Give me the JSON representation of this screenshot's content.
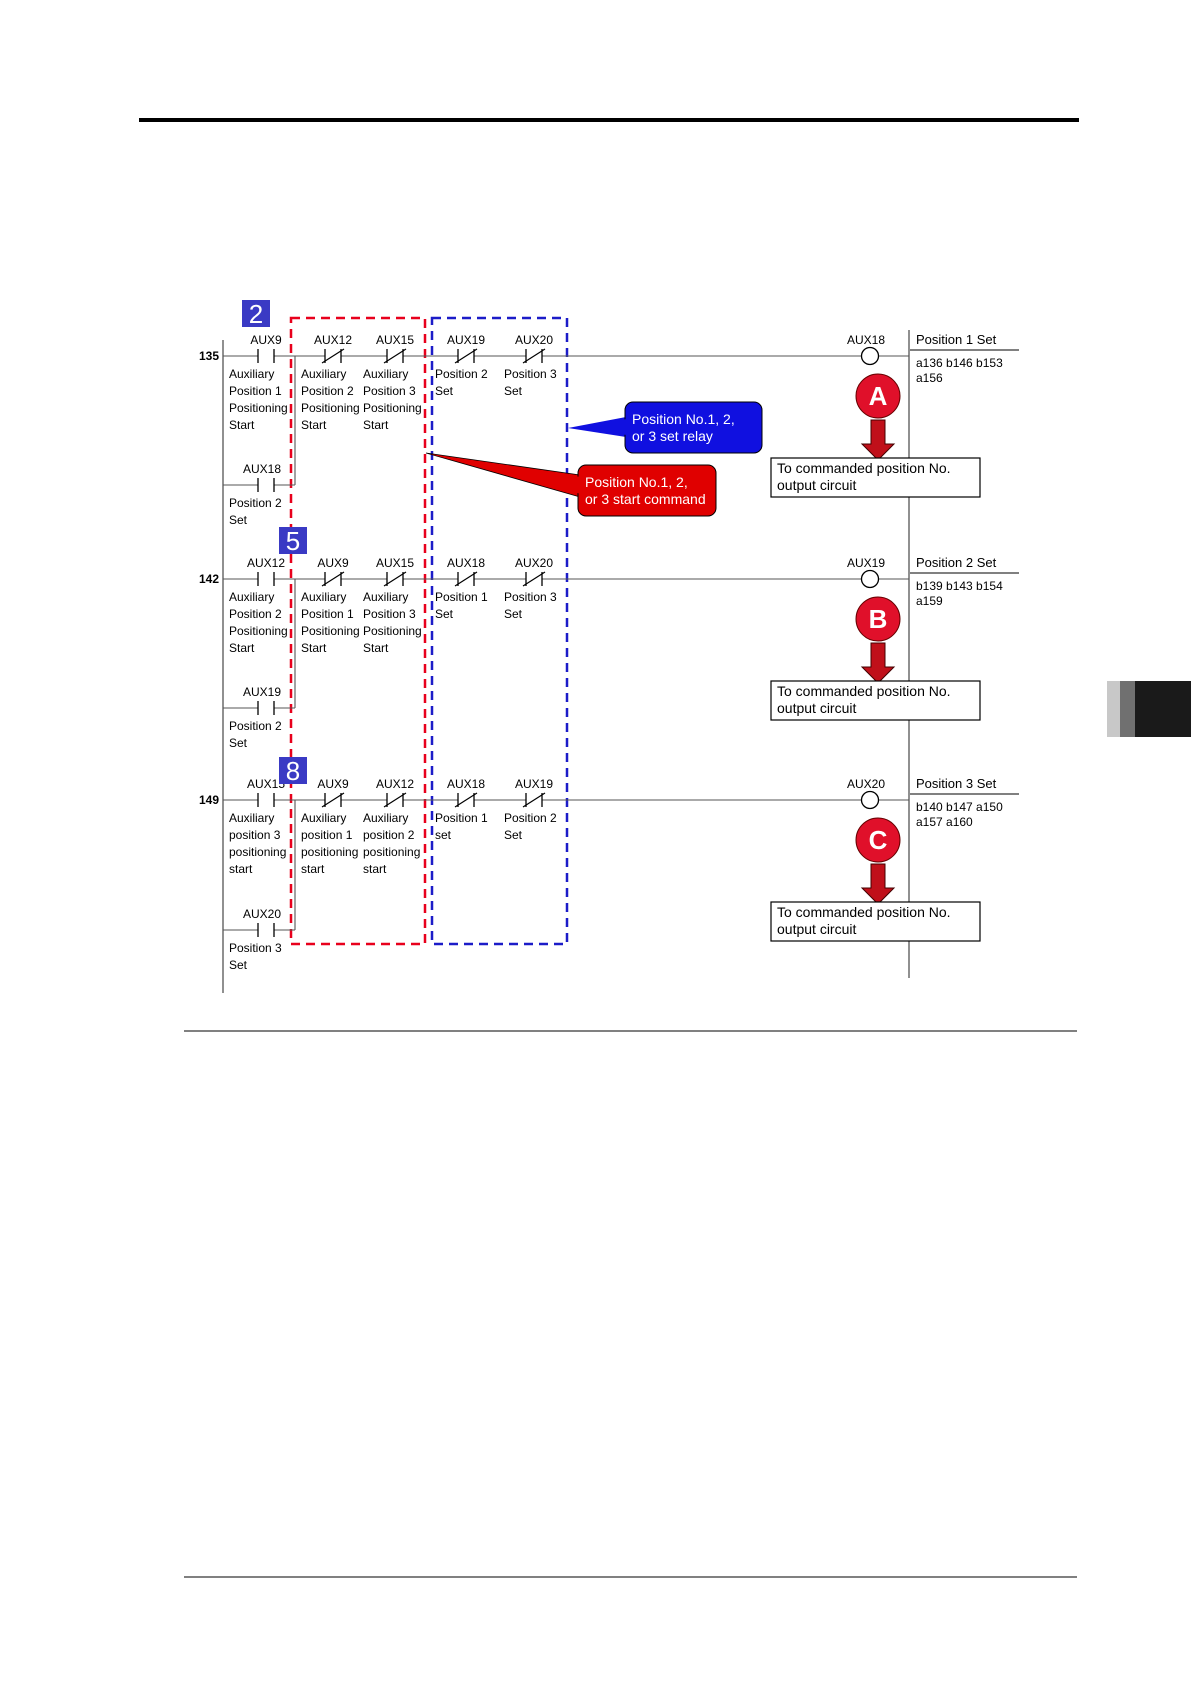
{
  "rungs": [
    {
      "number": "135",
      "step_badge": "2",
      "coil": {
        "name": "AUX18",
        "title": "Position 1 Set",
        "refs": [
          "a136 b146 b153",
          "a156"
        ],
        "letter": "A"
      },
      "branch_contact": {
        "name": "AUX18",
        "desc": [
          "Position 2",
          "Set"
        ]
      },
      "contacts": [
        {
          "name": "AUX9",
          "desc": [
            "Auxiliary",
            "Position 1",
            "Positioning",
            "Start"
          ]
        },
        {
          "name": "AUX12",
          "desc": [
            "Auxiliary",
            "Position 2",
            "Positioning",
            "Start"
          ]
        },
        {
          "name": "AUX15",
          "desc": [
            "Auxiliary",
            "Position 3",
            "Positioning",
            "Start"
          ]
        },
        {
          "name": "AUX19",
          "desc": [
            "Position 2",
            "Set"
          ]
        },
        {
          "name": "AUX20",
          "desc": [
            "Position 3",
            "Set"
          ]
        }
      ],
      "output_box": [
        "To commanded position No.",
        "output circuit"
      ]
    },
    {
      "number": "142",
      "step_badge": "5",
      "coil": {
        "name": "AUX19",
        "title": "Position 2 Set",
        "refs": [
          "b139 b143 b154",
          "a159"
        ],
        "letter": "B"
      },
      "branch_contact": {
        "name": "AUX19",
        "desc": [
          "Position 2",
          "Set"
        ]
      },
      "contacts": [
        {
          "name": "AUX12",
          "desc": [
            "Auxiliary",
            "Position 2",
            "Positioning",
            "Start"
          ]
        },
        {
          "name": "AUX9",
          "desc": [
            "Auxiliary",
            "Position 1",
            "Positioning",
            "Start"
          ]
        },
        {
          "name": "AUX15",
          "desc": [
            "Auxiliary",
            "Position 3",
            "Positioning",
            "Start"
          ]
        },
        {
          "name": "AUX18",
          "desc": [
            "Position 1",
            "Set"
          ]
        },
        {
          "name": "AUX20",
          "desc": [
            "Position 3",
            "Set"
          ]
        }
      ],
      "output_box": [
        "To commanded position No.",
        "output circuit"
      ]
    },
    {
      "number": "149",
      "step_badge": "8",
      "coil": {
        "name": "AUX20",
        "title": "Position 3 Set",
        "refs": [
          "b140 b147 a150",
          "a157 a160"
        ],
        "letter": "C"
      },
      "branch_contact": {
        "name": "AUX20",
        "desc": [
          "Position 3",
          "Set"
        ]
      },
      "contacts": [
        {
          "name": "AUX15",
          "desc": [
            "Auxiliary",
            "position 3",
            "positioning",
            "start"
          ]
        },
        {
          "name": "AUX9",
          "desc": [
            "Auxiliary",
            "position 1",
            "positioning",
            "start"
          ]
        },
        {
          "name": "AUX12",
          "desc": [
            "Auxiliary",
            "position 2",
            "positioning",
            "start"
          ]
        },
        {
          "name": "AUX18",
          "desc": [
            "Position 1",
            "set"
          ]
        },
        {
          "name": "AUX19",
          "desc": [
            "Position 2",
            "Set"
          ]
        }
      ],
      "output_box": [
        "To commanded position No.",
        "output circuit"
      ]
    }
  ],
  "callouts": {
    "set_relay": [
      "Position No.1, 2,",
      "or 3 set relay"
    ],
    "start_command": [
      "Position No.1, 2,",
      "or 3 start command"
    ]
  },
  "colors": {
    "badge": "#3a3ac4",
    "callout_blue": "#1010e0",
    "callout_red": "#e00000",
    "dash_red": "#e8001c",
    "dash_blue": "#1c1cc8",
    "arrow": "#c0101a",
    "letter_circle": "#e0102a"
  }
}
